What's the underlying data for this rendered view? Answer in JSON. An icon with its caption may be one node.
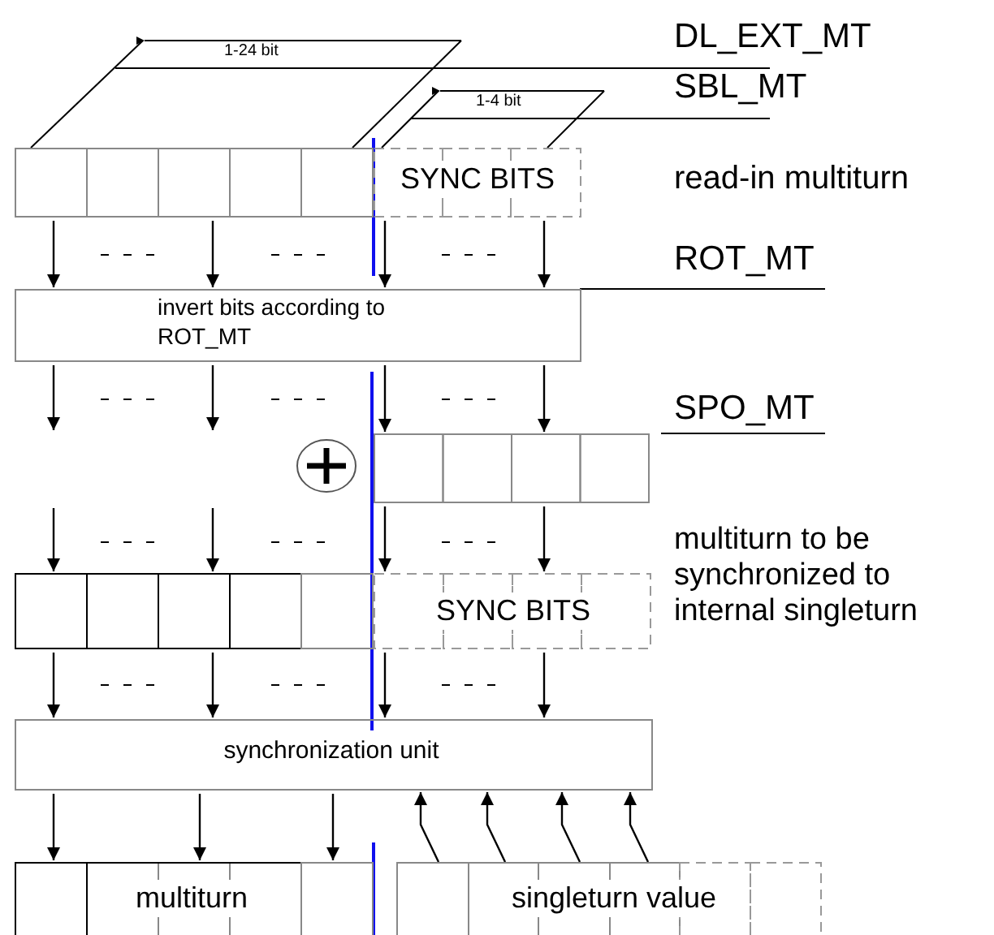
{
  "diagram": {
    "nodes": [
      {
        "text": [
          "SYNC BITS"
        ],
        "beside": [
          "read-in multiturn"
        ]
      },
      {
        "text": [
          "invert bits according to ROT_MT"
        ]
      },
      {
        "text": [],
        "shape": "box"
      },
      {
        "text": [
          "SYNC BITS"
        ],
        "beside": [
          "multiturn to be synchronized to internal singleturn"
        ]
      },
      {
        "text": [
          "synchronization unit"
        ]
      },
      {
        "text": [
          "multiturn"
        ]
      },
      {
        "text": [
          "singleturn value"
        ]
      }
    ],
    "edges": [
      {
        "from": 0,
        "to": 1,
        "arrow": "to"
      },
      {
        "from": 0,
        "to": 1,
        "arrow": "to"
      },
      {
        "from": 0,
        "to": 1,
        "arrow": "to"
      },
      {
        "from": 0,
        "to": 1,
        "arrow": "to"
      },
      {
        "from": 1,
        "to": null,
        "arrow": "to"
      },
      {
        "from": 1,
        "to": null,
        "arrow": "to"
      },
      {
        "from": 1,
        "to": 2,
        "arrow": "to"
      },
      {
        "from": 1,
        "to": 2,
        "arrow": "to"
      },
      {
        "from": null,
        "to": 3,
        "arrow": "to"
      },
      {
        "from": null,
        "to": 3,
        "arrow": "to"
      },
      {
        "from": 2,
        "to": 3,
        "arrow": "to"
      },
      {
        "from": 2,
        "to": 3,
        "arrow": "to"
      },
      {
        "from": 3,
        "to": 4,
        "arrow": "to"
      },
      {
        "from": 3,
        "to": 4,
        "arrow": "to"
      },
      {
        "from": 3,
        "to": 4,
        "arrow": "to"
      },
      {
        "from": 3,
        "to": 4,
        "arrow": "to"
      },
      {
        "from": 4,
        "to": 5,
        "arrow": "to"
      },
      {
        "from": 4,
        "to": 5,
        "arrow": "to"
      },
      {
        "from": 4,
        "to": 5,
        "arrow": "to"
      },
      {
        "from": 6,
        "to": 4,
        "arrow": "to"
      },
      {
        "from": 6,
        "to": 4,
        "arrow": "to"
      },
      {
        "from": 6,
        "to": 4,
        "arrow": "to"
      },
      {
        "from": 6,
        "to": 4,
        "arrow": "to"
      }
    ],
    "labels": [
      "DL_EXT_MT",
      "1-24 bit",
      "SBL_MT",
      "1-4 bit",
      "ROT_MT",
      "SPO_MT"
    ]
  }
}
